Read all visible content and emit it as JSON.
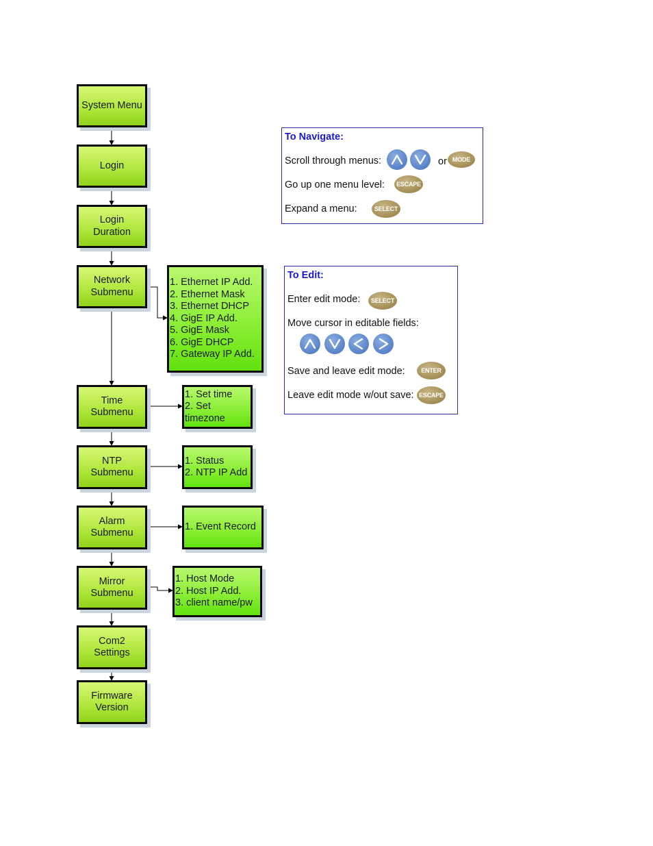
{
  "main_menu": [
    {
      "id": "system-menu",
      "label": "System Menu"
    },
    {
      "id": "login",
      "label": "Login"
    },
    {
      "id": "login-duration",
      "label": "Login\nDuration"
    },
    {
      "id": "network-submenu",
      "label": "Network\nSubmenu"
    },
    {
      "id": "time-submenu",
      "label": "Time\nSubmenu"
    },
    {
      "id": "ntp-submenu",
      "label": "NTP\nSubmenu"
    },
    {
      "id": "alarm-submenu",
      "label": "Alarm\nSubmenu"
    },
    {
      "id": "mirror-submenu",
      "label": "Mirror\nSubmenu"
    },
    {
      "id": "com2-settings",
      "label": "Com2\nSettings"
    },
    {
      "id": "firmware-version",
      "label": "Firmware\nVersion"
    }
  ],
  "submenus": {
    "network": [
      "1. Ethernet IP Add.",
      "2. Ethernet Mask",
      "3. Ethernet DHCP",
      "4. GigE IP Add.",
      "5. GigE Mask",
      "6. GigE DHCP",
      "7. Gateway IP Add."
    ],
    "time": [
      "1. Set time",
      "2. Set\ntimezone"
    ],
    "ntp": [
      "1. Status",
      "2. NTP IP Add"
    ],
    "alarm": [
      "1. Event Record"
    ],
    "mirror": [
      "1. Host Mode",
      "2. Host IP Add.",
      "3. client name/pw"
    ]
  },
  "navigate": {
    "title": "To Navigate:",
    "scroll": "Scroll through menus:",
    "or": "or",
    "up": "Go up one menu level:",
    "expand": "Expand a menu:"
  },
  "edit": {
    "title": "To Edit:",
    "enter": "Enter edit mode:",
    "move": "Move cursor in editable fields:",
    "save": "Save and leave edit mode:",
    "leave": "Leave edit mode w/out save:"
  },
  "keys": {
    "mode": "MODE",
    "escape": "ESCAPE",
    "select": "SELECT",
    "enter": "ENTER"
  },
  "icons": [
    "up-arrow-icon",
    "down-arrow-icon",
    "left-arrow-icon",
    "right-arrow-icon"
  ],
  "colors": {
    "box_fill": "#a6e236",
    "sub_fill": "#7ee82a",
    "key_button": "#a8925a",
    "arrow_button": "#5f88cc",
    "panel_title": "#1a1ac8"
  }
}
